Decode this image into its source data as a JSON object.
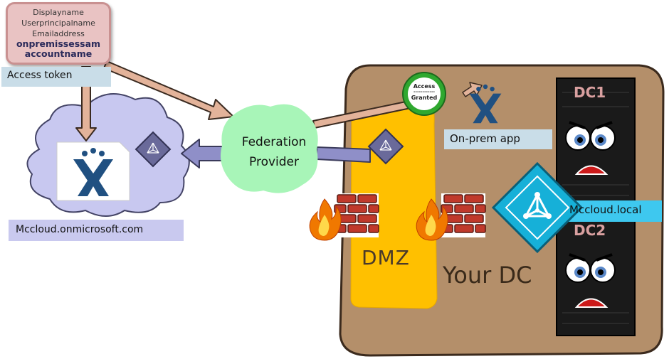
{
  "token": {
    "claims": [
      "Displayname",
      "Userprincipalname",
      "Emailaddress"
    ],
    "bold_claims": [
      "onpremissessam",
      "accountname"
    ],
    "label": "Access token"
  },
  "cloud": {
    "domain_label": "Mccloud.onmicrosoft.com"
  },
  "federation": {
    "line1": "Federation",
    "line2": "Provider"
  },
  "access": {
    "line1": "Access",
    "divider": "------------",
    "line2": "Granted"
  },
  "onprem": {
    "app_label": "On-prem app"
  },
  "dmz": {
    "label": "DMZ"
  },
  "dc": {
    "label": "Your DC",
    "dc1": "DC1",
    "dc2": "DC2",
    "domain_label": "Mccloud.local"
  },
  "colors": {
    "cloud_fill": "#c8c8f0",
    "dc_area": "#b48f6a",
    "dmz": "#ffc000",
    "federation": "#a8f5b8",
    "access_circle": "#2fa82f",
    "ad_icon": "#16b0d8",
    "label_bg": "#c9dde8",
    "cloud_label_bg": "#c9c9ef",
    "mccloud_local_bg": "#3ec8ef",
    "arrow_token": "#e3b39a",
    "arrow_purple": "#8f8fc8"
  },
  "icons": [
    "jira-logo-icon",
    "azure-ad-diamond-icon",
    "firewall-icon",
    "flame-icon",
    "server-rack-icon",
    "active-directory-icon",
    "face-icon"
  ]
}
